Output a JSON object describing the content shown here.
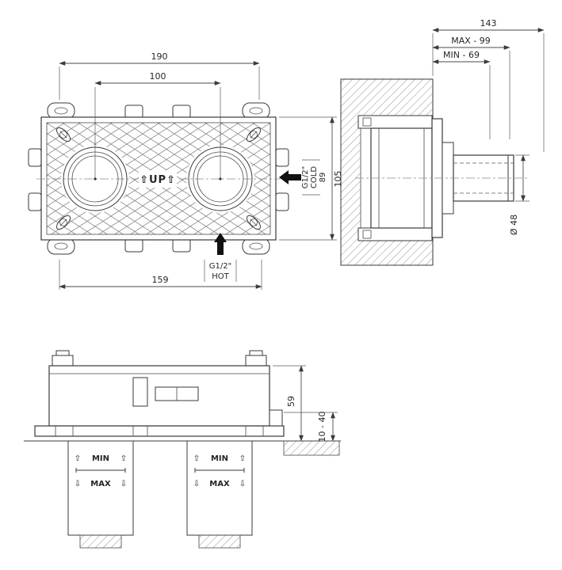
{
  "front_view": {
    "dim_width_outer": "190",
    "dim_width_centers": "100",
    "dim_width_lower": "159",
    "dim_height": "105",
    "dim_inlet": "89",
    "up_label": "⇧UP⇧",
    "cold_size": "G1/2\"",
    "cold_label": "COLD",
    "hot_size": "G1/2\"",
    "hot_label": "HOT"
  },
  "side_view": {
    "dim_total_depth": "143",
    "dim_max": "MAX - 99",
    "dim_min": "MIN - 69",
    "dim_diameter": "Ø 48"
  },
  "bottom_view": {
    "dim_height": "59",
    "dim_plaster_range": "10 - 40",
    "min_label": "MIN",
    "max_label": "MAX",
    "arrow_up": "⇧",
    "arrow_down": "⇩"
  },
  "colors": {
    "line": "#3a3a3a",
    "solid_arrow": "#111111",
    "background": "#ffffff"
  }
}
